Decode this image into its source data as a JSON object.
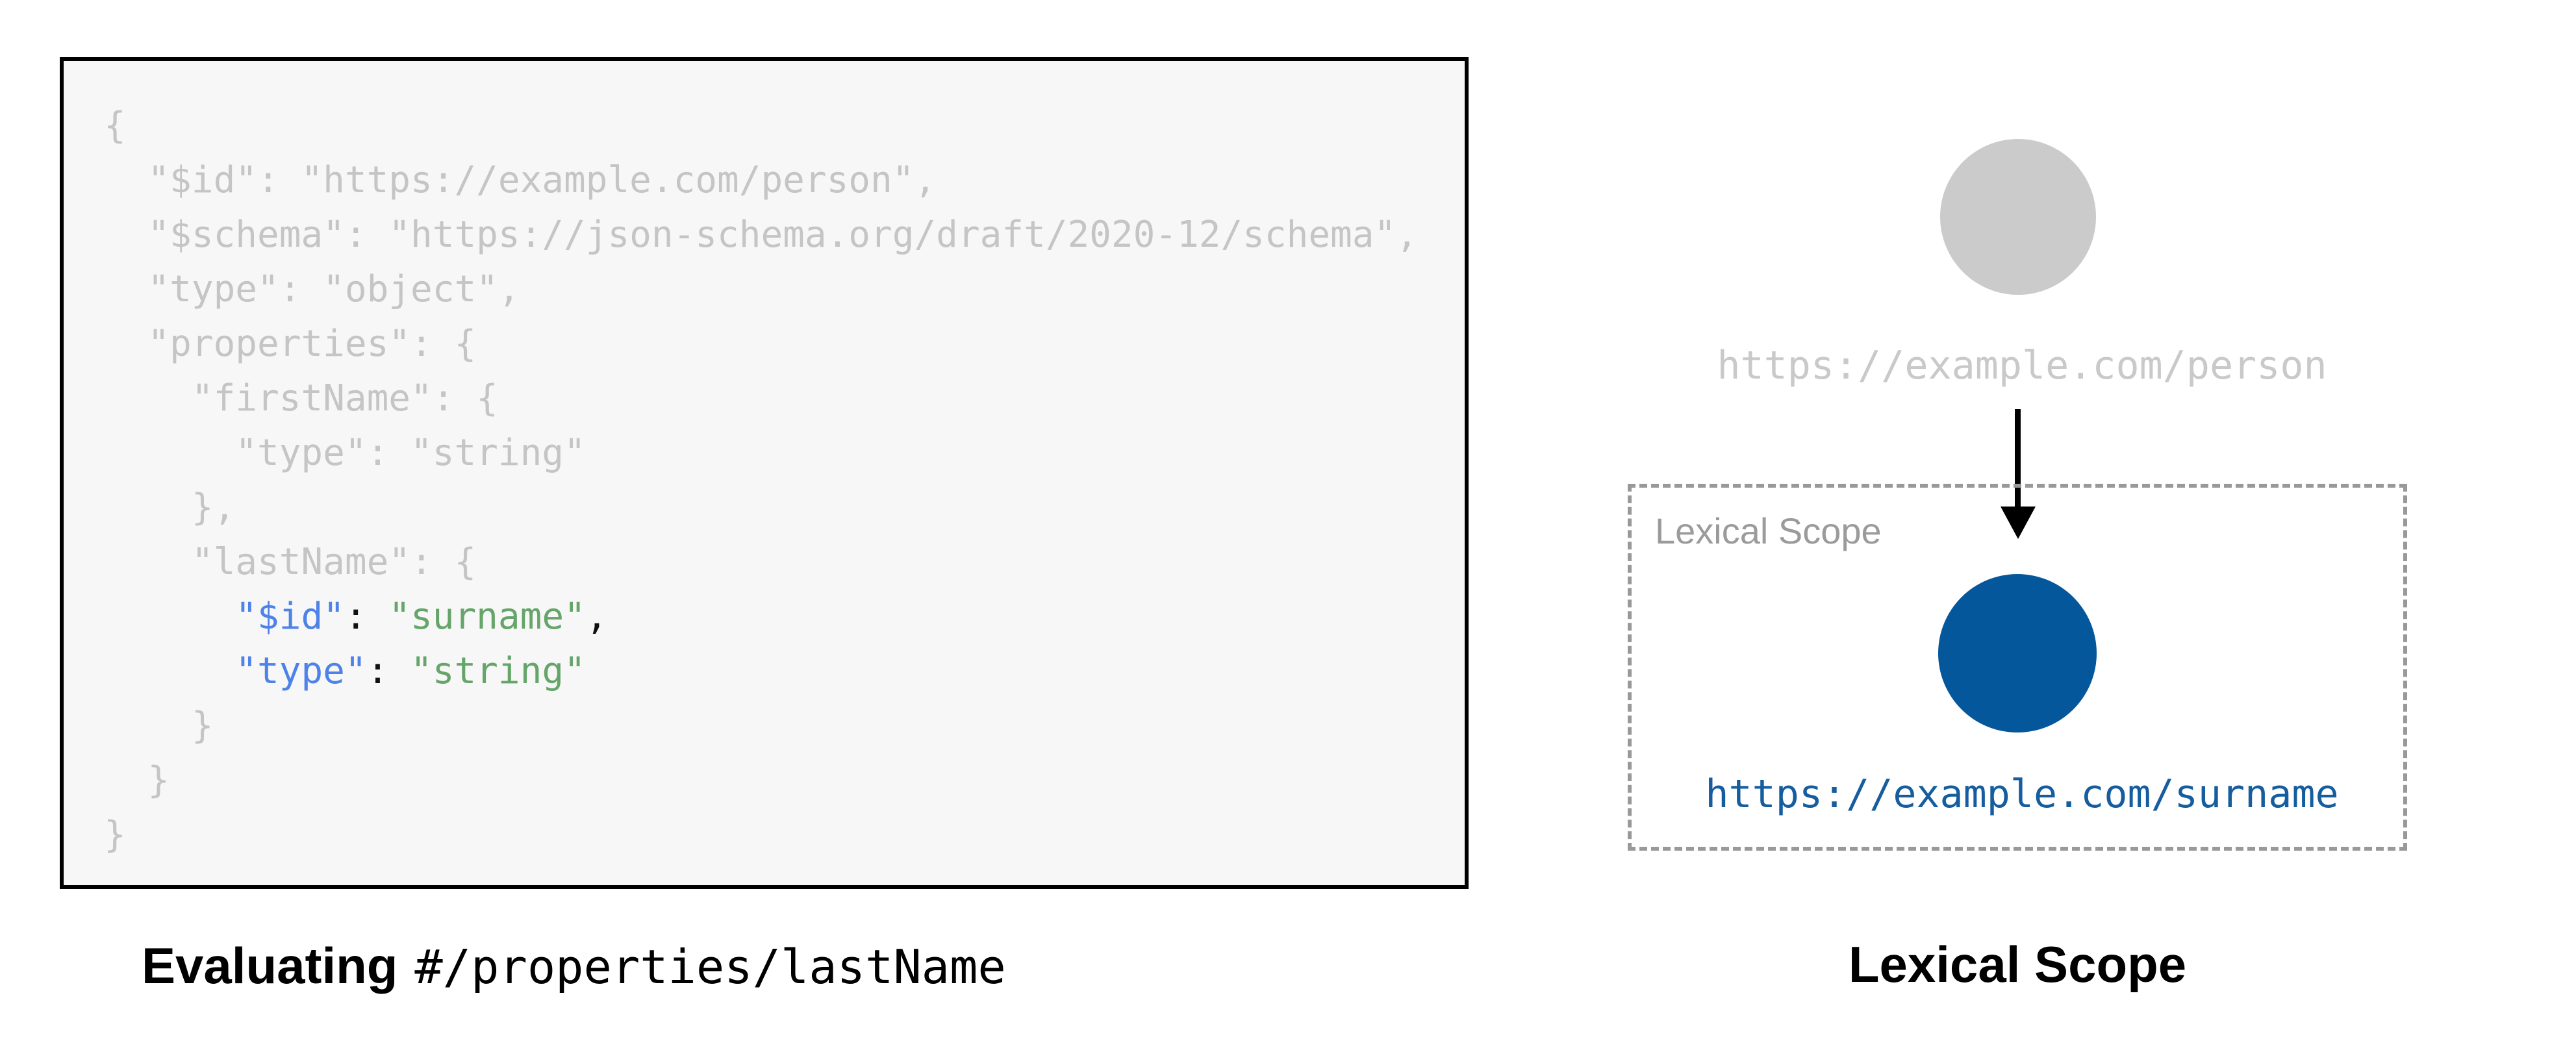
{
  "figure": {
    "left": {
      "caption_bold": "Evaluating",
      "caption_mono": "#/properties/lastName",
      "code_lines": [
        [
          {
            "text": "{",
            "cls": "dim"
          }
        ],
        [
          {
            "text": "  \"$id\": \"https://example.com/person\",",
            "cls": "dim"
          }
        ],
        [
          {
            "text": "  \"$schema\": \"https://json-schema.org/draft/2020-12/schema\",",
            "cls": "dim"
          }
        ],
        [
          {
            "text": "  \"type\": \"object\",",
            "cls": "dim"
          }
        ],
        [
          {
            "text": "  \"properties\": {",
            "cls": "dim"
          }
        ],
        [
          {
            "text": "    \"firstName\": {",
            "cls": "dim"
          }
        ],
        [
          {
            "text": "      \"type\": \"string\"",
            "cls": "dim"
          }
        ],
        [
          {
            "text": "    },",
            "cls": "dim"
          }
        ],
        [
          {
            "text": "    \"lastName\": {",
            "cls": "dim"
          }
        ],
        [
          {
            "text": "      ",
            "cls": "dim"
          },
          {
            "text": "\"$id\"",
            "cls": "key"
          },
          {
            "text": ": ",
            "cls": "pun"
          },
          {
            "text": "\"surname\"",
            "cls": "str"
          },
          {
            "text": ",",
            "cls": "pun"
          }
        ],
        [
          {
            "text": "      ",
            "cls": "dim"
          },
          {
            "text": "\"type\"",
            "cls": "key"
          },
          {
            "text": ": ",
            "cls": "pun"
          },
          {
            "text": "\"string\"",
            "cls": "str"
          }
        ],
        [
          {
            "text": "    }",
            "cls": "dim"
          }
        ],
        [
          {
            "text": "  }",
            "cls": "dim"
          }
        ],
        [
          {
            "text": "}",
            "cls": "dim"
          }
        ]
      ]
    },
    "right": {
      "parent_label": "https://example.com/person",
      "scope_box_label": "Lexical Scope",
      "child_label": "https://example.com/surname",
      "caption": "Lexical Scope"
    }
  },
  "colors": {
    "page_bg": "#ffffff",
    "code_bg": "#f7f7f7",
    "code_border": "#000000",
    "code_dim": "#c5c5c5",
    "code_key": "#4d82e8",
    "code_str": "#66a56a",
    "code_pun": "#111111",
    "gray_circle": "#cbcbcb",
    "gray_label": "#c9c9c9",
    "dash_border": "#999999",
    "scope_label": "#9b9b9b",
    "blue_circle": "#05579b",
    "blue_label": "#155d9e",
    "caption": "#000000"
  }
}
